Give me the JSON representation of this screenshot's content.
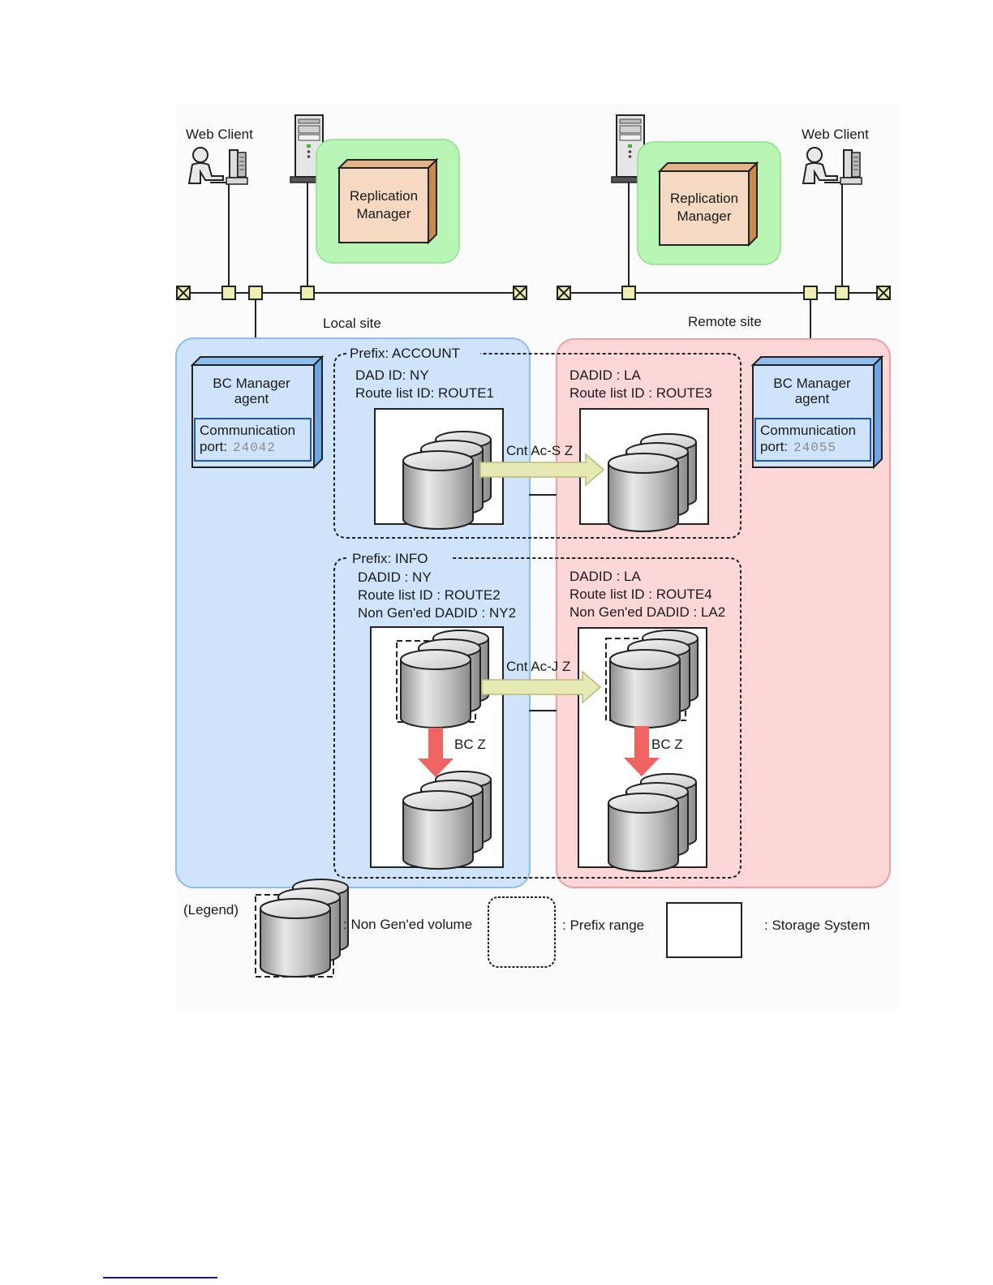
{
  "colors": {
    "local_site_fill": "#cfe4fb",
    "local_site_stroke": "#8cbcf0",
    "remote_site_fill": "#fdd6d8",
    "remote_site_stroke": "#f2a0a6",
    "replication_group_fill": "#b9f5b4",
    "replication_box_fill": "#f5d9c2",
    "agent_fill": "#cfe4fb",
    "agent_border": "#1f57c9",
    "network_node_fill": "#eeeeb4",
    "copy_arrow_fill": "#e6e9b4",
    "bc_arrow_fill": "#f06363"
  },
  "local": {
    "web_client_label": "Web Client",
    "replication_manager_line1": "Replication",
    "replication_manager_line2": "Manager",
    "site_label": "Local site",
    "agent_title_line1": "BC Manager",
    "agent_title_line2": "agent",
    "agent_port_label_line1": "Communication",
    "agent_port_label_line2": "port:",
    "agent_port_value": "24042"
  },
  "remote": {
    "web_client_label": "Web Client",
    "replication_manager_line1": "Replication",
    "replication_manager_line2": "Manager",
    "site_label": "Remote site",
    "agent_title_line1": "BC Manager",
    "agent_title_line2": "agent",
    "agent_port_label_line1": "Communication",
    "agent_port_label_line2": "port:",
    "agent_port_value": "24055"
  },
  "prefix_account": {
    "title": "Prefix: ACCOUNT",
    "local_lines": [
      "DAD ID: NY",
      "Route list ID: ROUTE1"
    ],
    "remote_lines": [
      "DADID : LA",
      "Route list ID : ROUTE3"
    ],
    "copy_label": "Cnt Ac-S Z"
  },
  "prefix_info": {
    "title": "Prefix: INFO",
    "local_lines": [
      "DADID : NY",
      "Route list ID : ROUTE2",
      "Non Gen'ed DADID : NY2"
    ],
    "remote_lines": [
      "DADID : LA",
      "Route list ID : ROUTE4",
      "Non Gen'ed DADID : LA2"
    ],
    "copy_label": "Cnt Ac-J Z",
    "local_bc_label": "BC Z",
    "remote_bc_label": "BC Z"
  },
  "legend": {
    "title": "(Legend)",
    "non_gened_volume": ": Non Gen'ed volume",
    "prefix_range": ": Prefix range",
    "storage_system": ": Storage System"
  }
}
